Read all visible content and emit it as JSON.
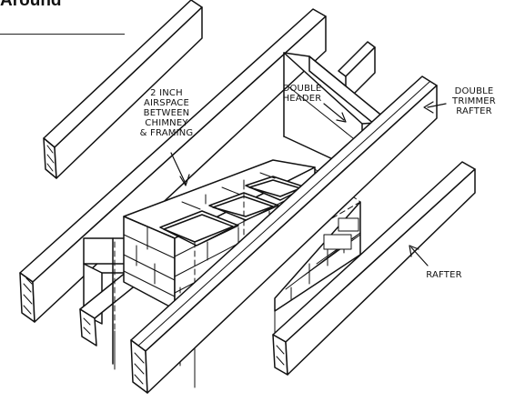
{
  "title": "Around",
  "labels": {
    "airspace": [
      "2 INCH",
      "AIRSPACE",
      "BETWEEN",
      "CHIMNEY",
      "& FRAMING"
    ],
    "double_header": [
      "DOUBLE",
      "HEADER"
    ],
    "double_trimmer": [
      "DOUBLE",
      "TRIMMER",
      "RAFTER"
    ],
    "rafter": [
      "RAFTER"
    ]
  },
  "colors": {
    "ink": "#111111",
    "paper": "#ffffff"
  }
}
